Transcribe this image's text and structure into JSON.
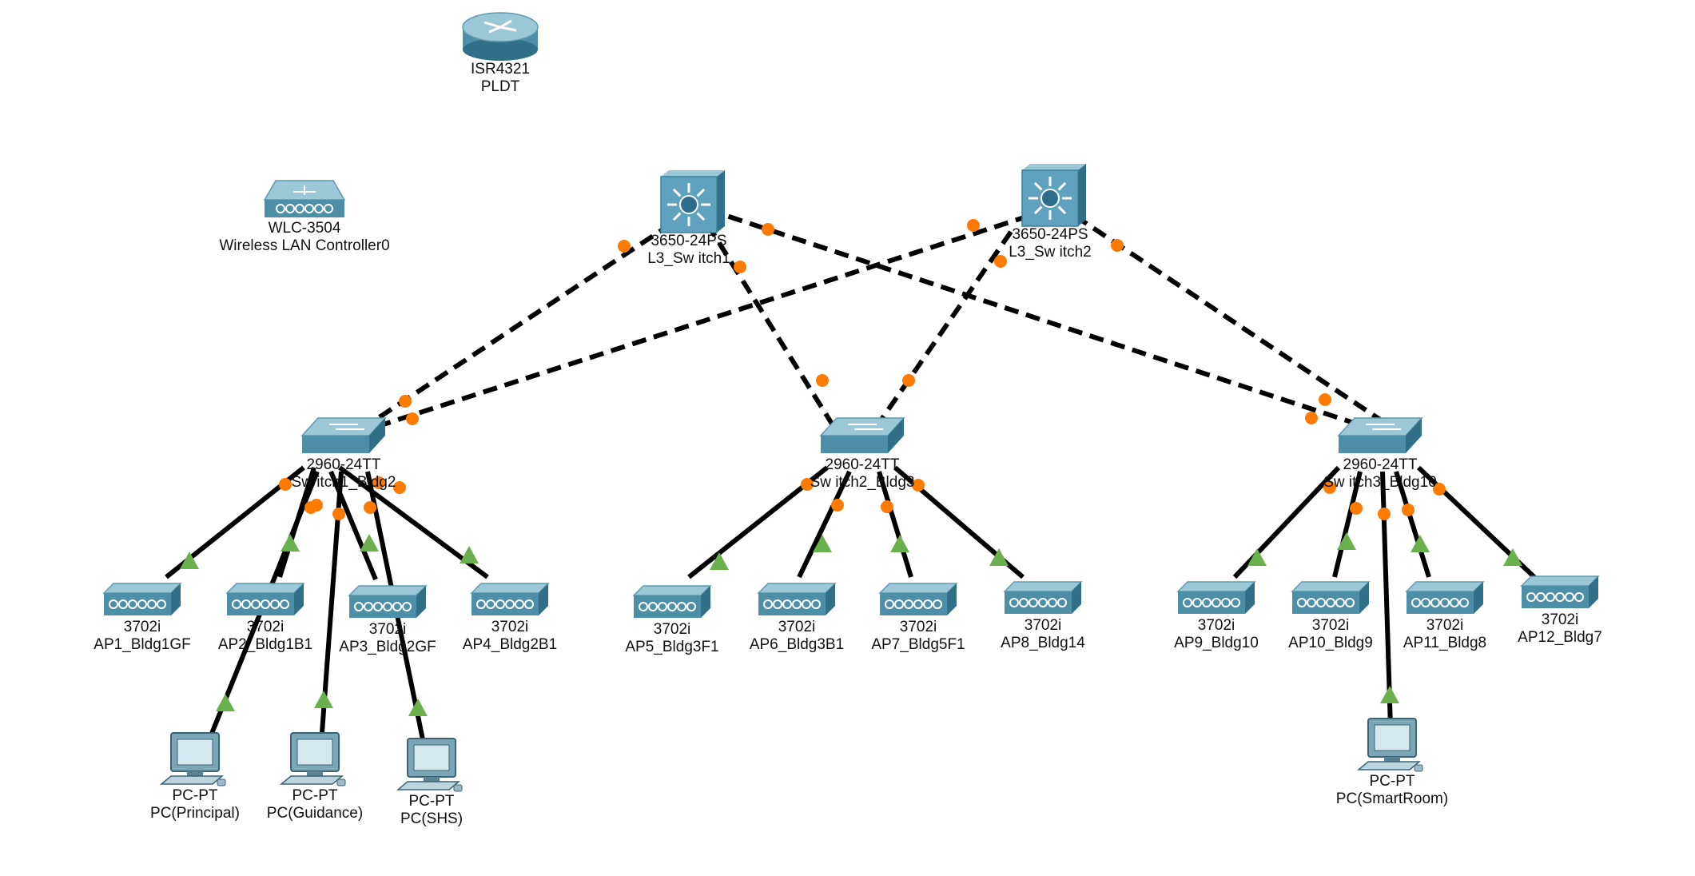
{
  "devices": [
    {
      "id": "router",
      "kind": "router",
      "model": "ISR4321",
      "name": "PLDT"
    },
    {
      "id": "wlc",
      "kind": "wlc",
      "model": "WLC-3504",
      "name": "Wireless LAN Controller0"
    },
    {
      "id": "l3sw1",
      "kind": "l3switch",
      "model": "3650-24PS",
      "name": "L3_Sw itch1"
    },
    {
      "id": "l3sw2",
      "kind": "l3switch",
      "model": "3650-24PS",
      "name": "L3_Sw itch2"
    },
    {
      "id": "sw1",
      "kind": "switch",
      "model": "2960-24TT",
      "name": "Sw itch1_Bldg2"
    },
    {
      "id": "sw2",
      "kind": "switch",
      "model": "2960-24TT",
      "name": "Sw itch2_Bldg3"
    },
    {
      "id": "sw3",
      "kind": "switch",
      "model": "2960-24TT",
      "name": "Sw itch3_Bldg10"
    },
    {
      "id": "ap1",
      "kind": "ap",
      "model": "3702i",
      "name": "AP1_Bldg1GF"
    },
    {
      "id": "ap2",
      "kind": "ap",
      "model": "3702i",
      "name": "AP2_Bldg1B1"
    },
    {
      "id": "ap3",
      "kind": "ap",
      "model": "3702i",
      "name": "AP3_Bldg2GF"
    },
    {
      "id": "ap4",
      "kind": "ap",
      "model": "3702i",
      "name": "AP4_Bldg2B1"
    },
    {
      "id": "ap5",
      "kind": "ap",
      "model": "3702i",
      "name": "AP5_Bldg3F1"
    },
    {
      "id": "ap6",
      "kind": "ap",
      "model": "3702i",
      "name": "AP6_Bldg3B1"
    },
    {
      "id": "ap7",
      "kind": "ap",
      "model": "3702i",
      "name": "AP7_Bldg5F1"
    },
    {
      "id": "ap8",
      "kind": "ap",
      "model": "3702i",
      "name": "AP8_Bldg14"
    },
    {
      "id": "ap9",
      "kind": "ap",
      "model": "3702i",
      "name": "AP9_Bldg10"
    },
    {
      "id": "ap10",
      "kind": "ap",
      "model": "3702i",
      "name": "AP10_Bldg9"
    },
    {
      "id": "ap11",
      "kind": "ap",
      "model": "3702i",
      "name": "AP11_Bldg8"
    },
    {
      "id": "ap12",
      "kind": "ap",
      "model": "3702i",
      "name": "AP12_Bldg7"
    },
    {
      "id": "pc1",
      "kind": "pc",
      "model": "PC-PT",
      "name": "PC(Principal)"
    },
    {
      "id": "pc2",
      "kind": "pc",
      "model": "PC-PT",
      "name": "PC(Guidance)"
    },
    {
      "id": "pc3",
      "kind": "pc",
      "model": "PC-PT",
      "name": "PC(SHS)"
    },
    {
      "id": "pc4",
      "kind": "pc",
      "model": "PC-PT",
      "name": "PC(SmartRoom)"
    }
  ],
  "links": [
    {
      "from": "l3sw1",
      "to": "sw1",
      "style": "dashed",
      "status": "orange"
    },
    {
      "from": "l3sw1",
      "to": "sw2",
      "style": "dashed",
      "status": "orange"
    },
    {
      "from": "l3sw1",
      "to": "sw3",
      "style": "dashed",
      "status": "orange"
    },
    {
      "from": "l3sw2",
      "to": "sw1",
      "style": "dashed",
      "status": "orange"
    },
    {
      "from": "l3sw2",
      "to": "sw2",
      "style": "dashed",
      "status": "orange"
    },
    {
      "from": "l3sw2",
      "to": "sw3",
      "style": "dashed",
      "status": "orange"
    },
    {
      "from": "sw1",
      "to": "ap1",
      "style": "solid",
      "status": "orange-green"
    },
    {
      "from": "sw1",
      "to": "ap2",
      "style": "solid",
      "status": "orange-green"
    },
    {
      "from": "sw1",
      "to": "ap3",
      "style": "solid",
      "status": "orange-green"
    },
    {
      "from": "sw1",
      "to": "ap4",
      "style": "solid",
      "status": "orange-green"
    },
    {
      "from": "sw1",
      "to": "pc1",
      "style": "solid",
      "status": "orange-green"
    },
    {
      "from": "sw1",
      "to": "pc2",
      "style": "solid",
      "status": "orange-green"
    },
    {
      "from": "sw1",
      "to": "pc3",
      "style": "solid",
      "status": "orange-green"
    },
    {
      "from": "sw2",
      "to": "ap5",
      "style": "solid",
      "status": "orange-green"
    },
    {
      "from": "sw2",
      "to": "ap6",
      "style": "solid",
      "status": "orange-green"
    },
    {
      "from": "sw2",
      "to": "ap7",
      "style": "solid",
      "status": "orange-green"
    },
    {
      "from": "sw2",
      "to": "ap8",
      "style": "solid",
      "status": "orange-green"
    },
    {
      "from": "sw3",
      "to": "ap9",
      "style": "solid",
      "status": "orange-green"
    },
    {
      "from": "sw3",
      "to": "ap10",
      "style": "solid",
      "status": "orange-green"
    },
    {
      "from": "sw3",
      "to": "ap11",
      "style": "solid",
      "status": "orange-green"
    },
    {
      "from": "sw3",
      "to": "ap12",
      "style": "solid",
      "status": "orange-green"
    },
    {
      "from": "sw3",
      "to": "pc4",
      "style": "solid",
      "status": "orange-green"
    }
  ],
  "colors": {
    "link": "#000000",
    "port_orange": "#ff7a00",
    "port_green": "#6ab04c",
    "device_top": "#9cc7d6",
    "device_front": "#4e8fa8",
    "device_side": "#2f6f88",
    "l3_face": "#5ea2bd"
  }
}
